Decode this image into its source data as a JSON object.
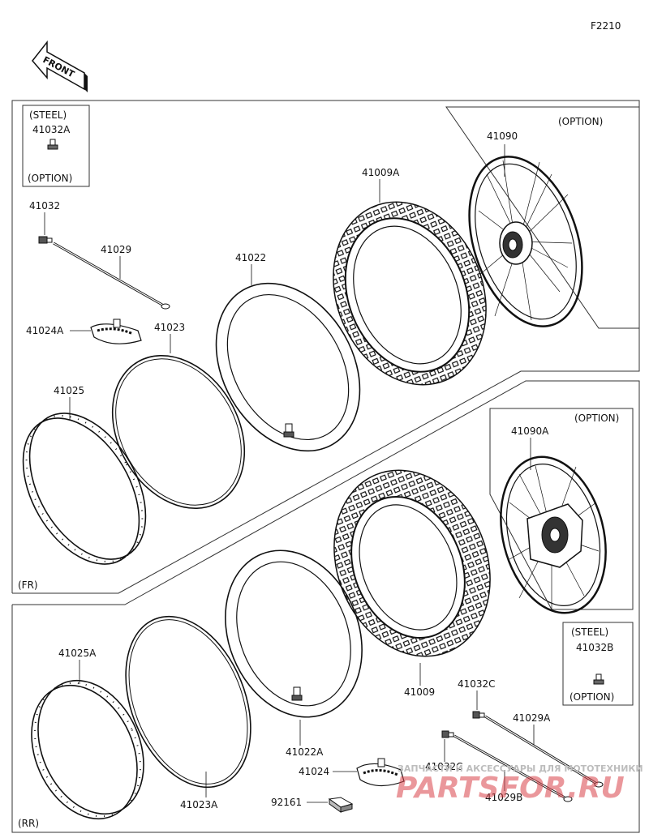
{
  "figure_code": "F2210",
  "front_arrow": "FRONT",
  "sections": {
    "front": "(FR)",
    "rear": "(RR)"
  },
  "boxes": {
    "front_valve": {
      "top": "(STEEL)",
      "part": "41032A",
      "bottom": "(OPTION)"
    },
    "front_wheel": {
      "note": "(OPTION)",
      "part": "41090"
    },
    "rear_wheel": {
      "note": "(OPTION)",
      "part": "41090A"
    },
    "rear_valve": {
      "top": "(STEEL)",
      "part": "41032B",
      "bottom": "(OPTION)"
    }
  },
  "parts": {
    "p41032": "41032",
    "p41029": "41029",
    "p41024A": "41024A",
    "p41023": "41023",
    "p41022": "41022",
    "p41009A": "41009A",
    "p41025": "41025",
    "p41025A": "41025A",
    "p41023A": "41023A",
    "p41022A": "41022A",
    "p41024": "41024",
    "p92161": "92161",
    "p41009": "41009",
    "p41032C": "41032C",
    "p41029A": "41029A",
    "p41032C2": "41032C",
    "p41029B": "41029B"
  },
  "watermark": {
    "line1": "ЗАПЧАСТИ И АКСЕССУАРЫ ДЛЯ МОТОТЕХНИКИ",
    "line2": "PARTSFOR.RU"
  },
  "icons": [
    "front-arrow-icon",
    "tire-icon",
    "wheel-icon",
    "rim-icon",
    "tube-icon",
    "rim-band-icon",
    "valve-icon",
    "spoke-icon",
    "rim-lock-icon"
  ]
}
